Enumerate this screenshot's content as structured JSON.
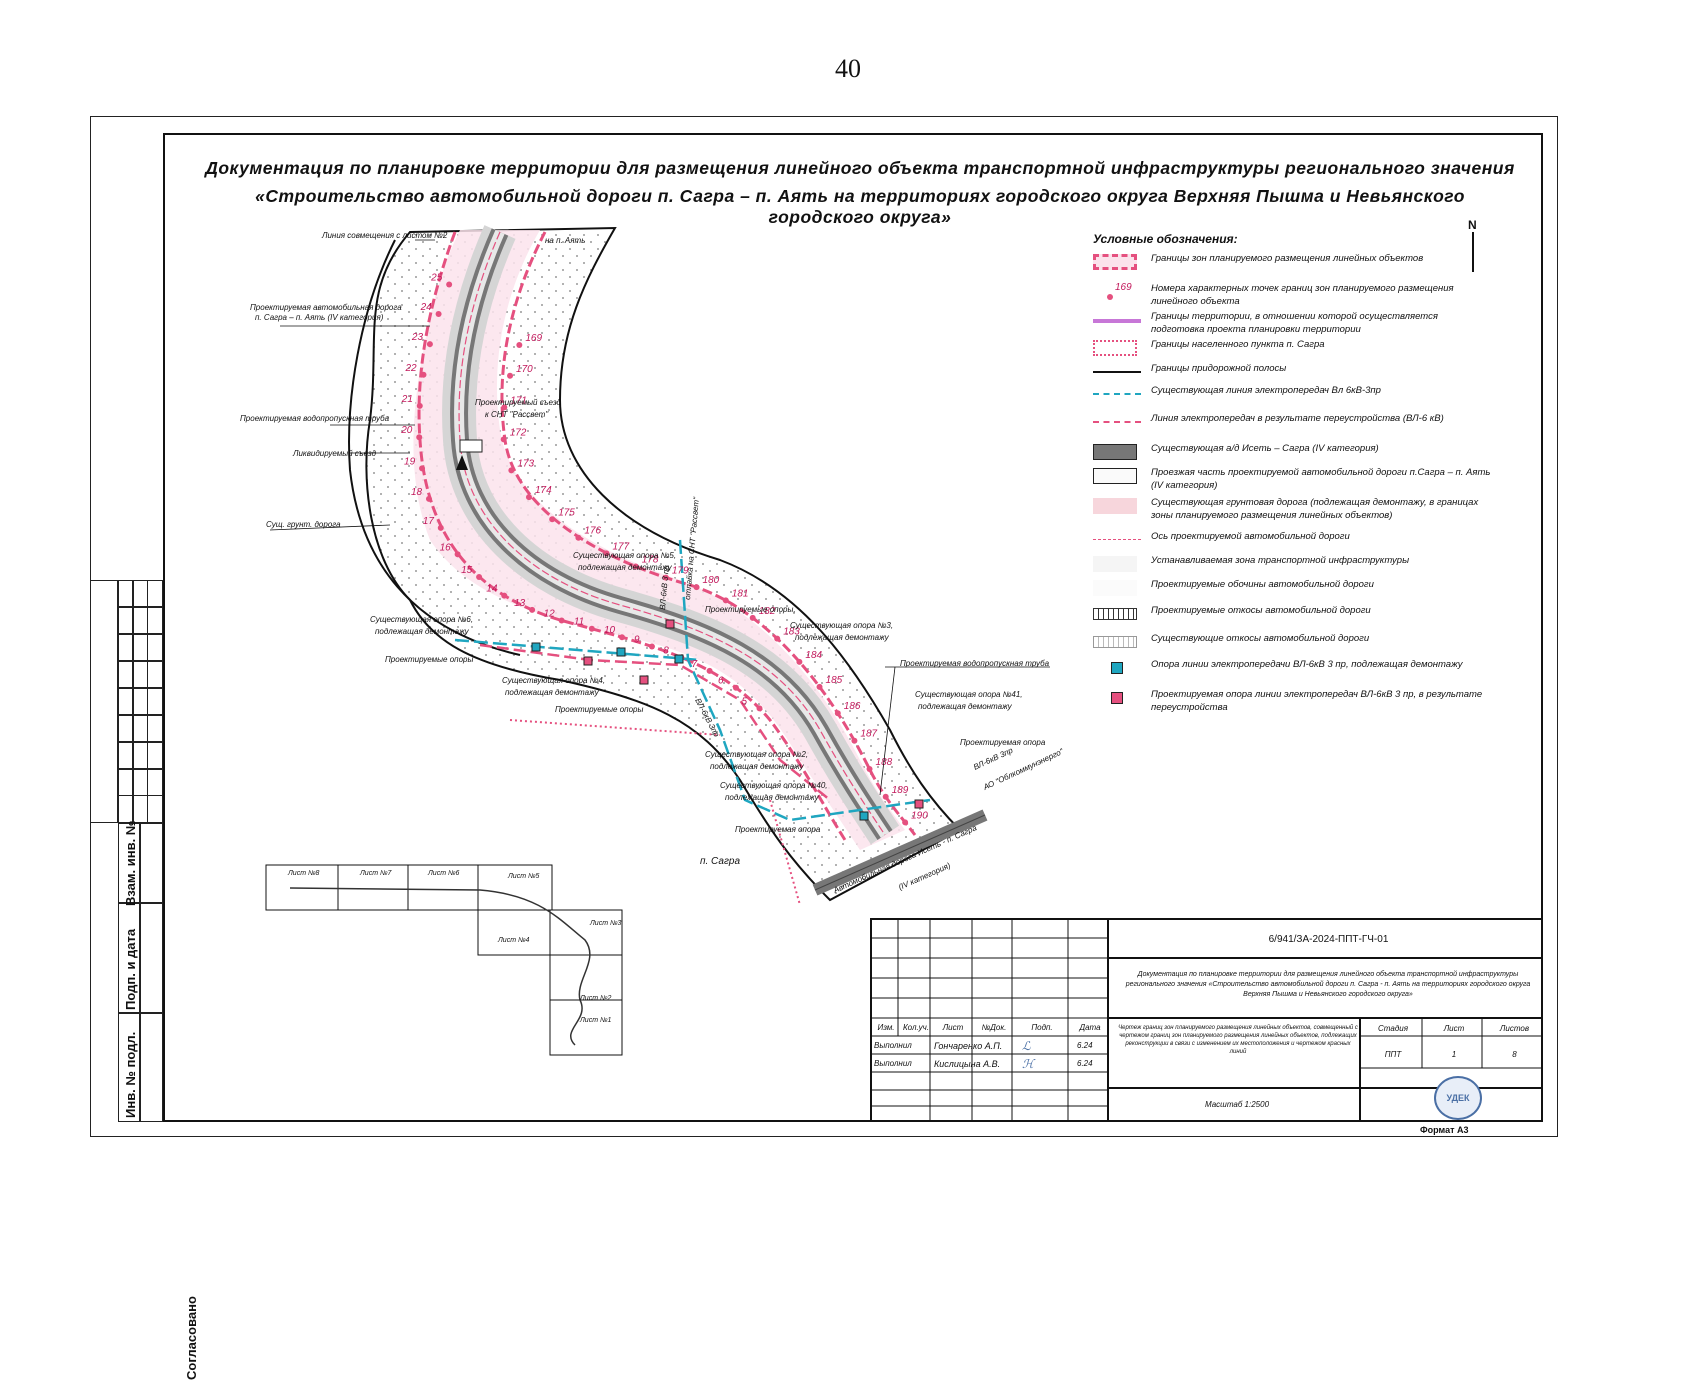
{
  "page": {
    "number": "40"
  },
  "title": {
    "line1": "Документация по планировке территории для размещения линейного объекта транспортной инфраструктуры регионального значения",
    "line2": "«Строительство автомобильной дороги п. Сагра – п. Аять на территориях городского округа Верхняя Пышма и Невьянского городского округа»"
  },
  "sidebar": {
    "agreed": "Согласовано",
    "replace_inv": "Взам. инв. №",
    "sign_date": "Подп. и дата",
    "inv_orig": "Инв. № подл."
  },
  "legend": {
    "title": "Условные обозначения:",
    "north": "N",
    "items": [
      {
        "text": "Границы зон планируемого размещения линейных объектов"
      },
      {
        "text": "Номера характерных точек границ зон планируемого размещения линейного объекта",
        "sym_label": "169"
      },
      {
        "text": "Границы территории, в отношении которой осуществляется подготовка проекта планировки территории"
      },
      {
        "text": "Границы населенного пункта п. Сагра"
      },
      {
        "text": "Границы придорожной полосы"
      },
      {
        "text": "Существующая линия электропередач Вл 6кВ-3пр"
      },
      {
        "text": "Линия электропередач в результате переустройства (ВЛ-6 кВ)"
      },
      {
        "text": "Существующая а/д Исеть – Сагра (IV категория)"
      },
      {
        "text": "Проезжая часть проектируемой автомобильной дороги п.Сагра – п. Аять (IV категория)"
      },
      {
        "text": "Существующая грунтовая дорога (подлежащая демонтажу, в границах зоны планируемого размещения линейных объектов)"
      },
      {
        "text": "Ось проектируемой автомобильной дороги"
      },
      {
        "text": "Устанавливаемая зона транспортной инфраструктуры"
      },
      {
        "text": "Проектируемые обочины автомобильной дороги"
      },
      {
        "text": "Проектируемые откосы автомобильной дороги"
      },
      {
        "text": "Существующие откосы автомобильной дороги"
      },
      {
        "text": "Опора линии электропередачи ВЛ-6кВ 3 пр, подлежащая демонтажу"
      },
      {
        "text": "Проектируемая опора линии электропередач ВЛ-6кВ 3 пр, в результате переустройства"
      }
    ]
  },
  "map": {
    "labels": {
      "match_line": "Линия совмещения с листом №2",
      "projected_road_a": "Проектируемая автомобильная дорога",
      "projected_road_b": "п. Сагра – п. Аять (IV категория)",
      "culvert_1": "Проектируемая водопропускная труба",
      "liquidated_exit": "Ликвидируемый съезд",
      "dirt_road": "Сущ. грунт. дорога",
      "exit_1": "Проектируемый съезд",
      "exit_2": "к СНТ \"Рассвет\"",
      "pole5_a": "Существующая опора №5,",
      "pole5_b": "подлежащая демонтажу",
      "branch": "отпайка на СНТ \"Рассвет\"",
      "vl_branch": "ВЛ-6кВ 3 пр",
      "poles_proj_1": "Проектируемые опоры,",
      "pole3_a": "Существующая опора №3,",
      "pole3_b": "подлежащая демонтажу",
      "pole6_a": "Существующая опора №6,",
      "pole6_b": "подлежащая демонтажу",
      "poles_proj_2": "Проектируемые опоры",
      "pole4_a": "Существующая опора №4,",
      "pole4_b": "подлежащая демонтажу",
      "poles_proj_3": "Проектируемые опоры",
      "vl_6kv": "ВЛ-6кВ 3пр",
      "culvert_2": "Проектируемая водопропускная труба",
      "pole41_a": "Существующая опора №41,",
      "pole41_b": "подлежащая демонтажу",
      "pole_proj": "Проектируемая опора",
      "vl_ao_a": "ВЛ-6кВ 3пр",
      "vl_ao_b": "АО \"Облкоммунэнерго\"",
      "pole2_a": "Существующая опора №2,",
      "pole2_b": "подлежащая демонтажу",
      "pole40_a": "Существующая опора №40,",
      "pole40_b": "подлежащая демонтажу",
      "pole_proj_2": "Проектируемая опора",
      "sagra": "п. Сагра",
      "existing_road_a": "Автомобильная дорога Исеть - п. Сагра",
      "existing_road_b": "(IV категория)",
      "arrow_to": "на п. Аять"
    },
    "points_left": [
      "25",
      "24",
      "23",
      "22",
      "21",
      "20",
      "19",
      "18",
      "17",
      "16",
      "15",
      "14",
      "13",
      "12",
      "11",
      "10",
      "9",
      "8",
      "7",
      "6",
      "5"
    ],
    "points_right": [
      "169",
      "170",
      "171",
      "172",
      "173",
      "174",
      "175",
      "176",
      "177",
      "178",
      "179",
      "180",
      "181",
      "182",
      "183",
      "184",
      "185",
      "186",
      "187",
      "188",
      "189",
      "190"
    ]
  },
  "sheet_index": {
    "sheets": [
      "Лист №8",
      "Лист №7",
      "Лист №6",
      "Лист №5",
      "Лист №4",
      "Лист №3",
      "Лист №2",
      "Лист №1"
    ]
  },
  "stamp": {
    "code": "6/941/ЗА-2024-ППТ-ГЧ-01",
    "description": "Документация по планировке территории для размещения линейного объекта транспортной инфраструктуры регионального значения «Строительство автомобильной дороги п. Сагра - п. Аять на территориях городского округа Верхняя Пышма и Невьянского городского округа»",
    "headers": [
      "Изм.",
      "Кол.уч.",
      "Лист",
      "№Док.",
      "Подп.",
      "Дата"
    ],
    "rows": [
      {
        "role": "Выполнил",
        "name": "Гончаренко А.П.",
        "date": "6.24"
      },
      {
        "role": "Выполнил",
        "name": "Кислицына А.В.",
        "date": "6.24"
      }
    ],
    "drawing_title": "Чертеж границ зон планируемого размещения линейных объектов, совмещенный с чертежом границ зон планируемого размещения линейных объектов, подлежащих реконструкции в связи с изменением их местоположения и чертежом красных линий",
    "stage_h": "Стадия",
    "sheet_h": "Лист",
    "sheets_h": "Листов",
    "stage": "ППТ",
    "sheet": "1",
    "sheets": "8",
    "scale": "Масштаб 1:2500",
    "logo": "УДЕК",
    "format": "Формат А3"
  },
  "colors": {
    "pink": "#e5507f",
    "road": "#777777",
    "teal": "#1fa6c0",
    "magenta": "#b44ac9"
  }
}
